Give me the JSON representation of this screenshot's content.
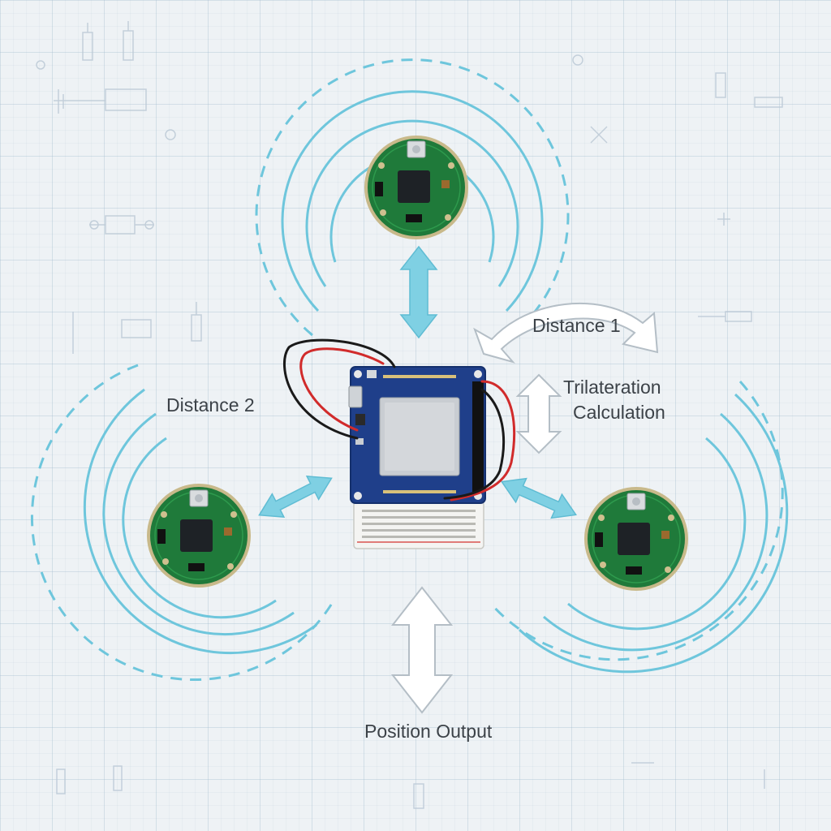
{
  "labels": {
    "distance_1": "Distance 1",
    "distance_2": "Distance 2",
    "trilateration_line1": "Trilateration",
    "trilateration_line2": "Calculation",
    "position_output": "Position Output"
  },
  "colors": {
    "signal_wave": "#6ec6dc",
    "arrow_fill": "#7fd0e3",
    "pcb_green": "#1f7a3a",
    "mcu_board_blue": "#1f3f8a",
    "chip_silver": "#c9cdd2"
  }
}
